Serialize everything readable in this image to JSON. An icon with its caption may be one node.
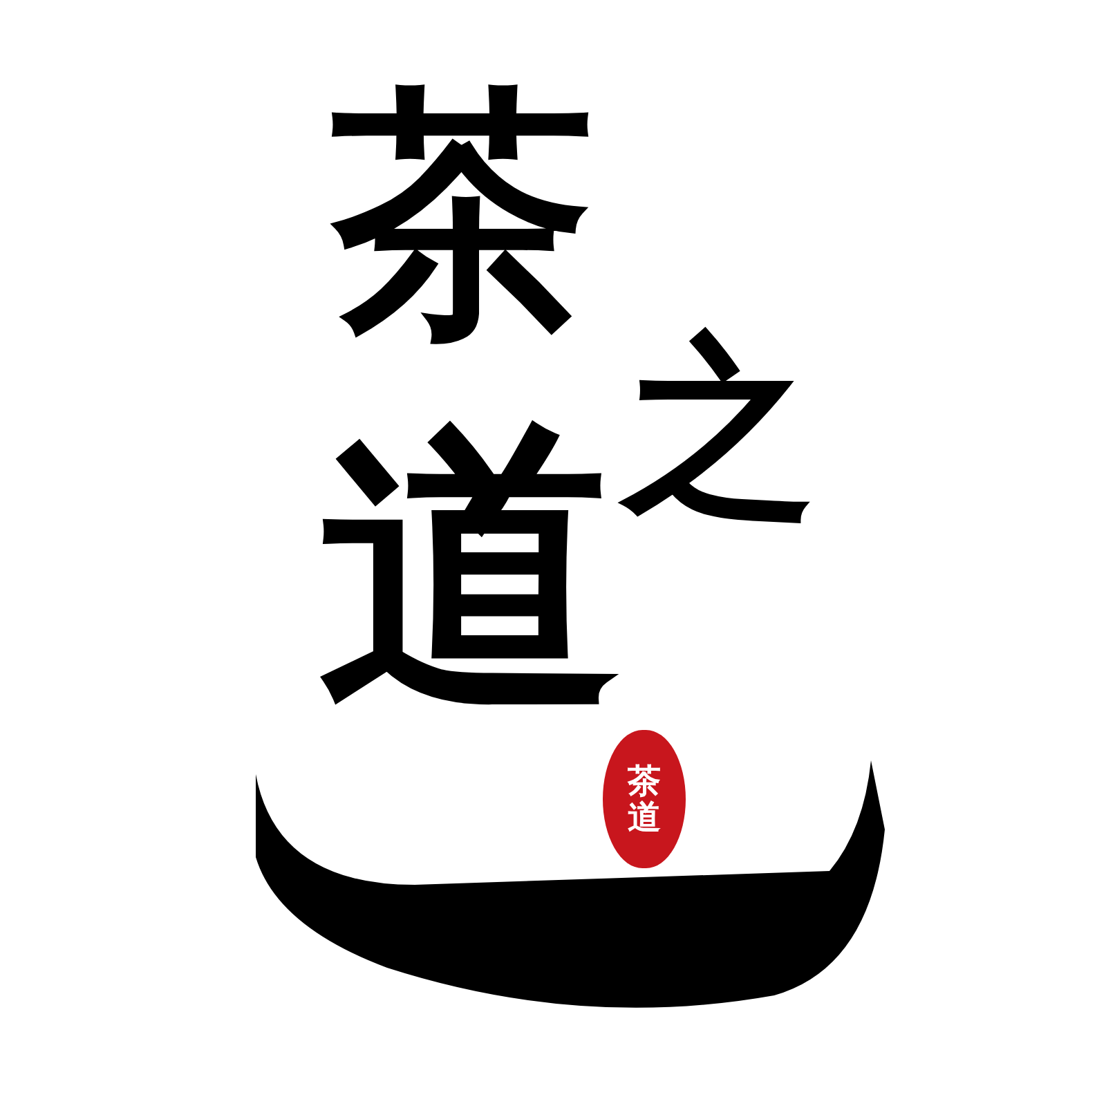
{
  "diagram": {
    "nodes": [
      {
        "text": [
          "茶道"
        ]
      }
    ],
    "labels": [
      "茶",
      "之",
      "道"
    ]
  }
}
